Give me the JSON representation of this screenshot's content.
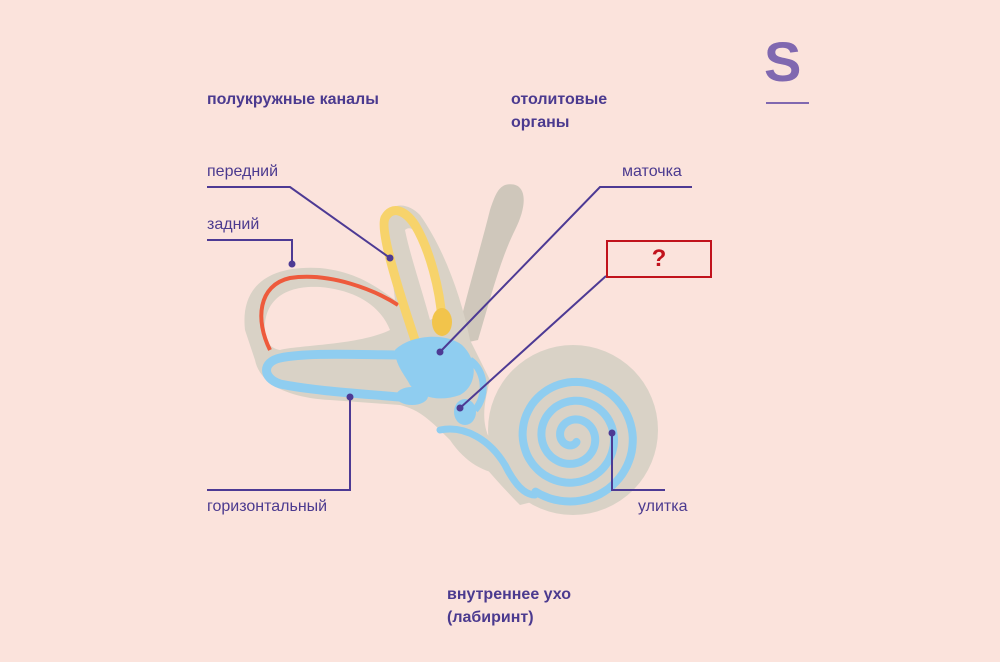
{
  "logo": {
    "letter": "S"
  },
  "headings": {
    "semicircular_canals": "полукружные каналы",
    "otolith_organs_line1": "отолитовые",
    "otolith_organs_line2": "органы",
    "inner_ear_line1": "внутреннее ухо",
    "inner_ear_line2": "(лабиринт)"
  },
  "labels": {
    "anterior": "передний",
    "posterior": "задний",
    "horizontal": "горизонтальный",
    "utricle": "маточка",
    "unknown": "?",
    "cochlea": "улитка"
  },
  "colors": {
    "text": "#4b3a8f",
    "leader": "#4d3a94",
    "posterior_canal": "#ee5a3c",
    "anterior_canal": "#f7d36b",
    "endolymph": "#8fcdf0",
    "bone": "#d9d2c6",
    "question_box": "#c1121c"
  }
}
